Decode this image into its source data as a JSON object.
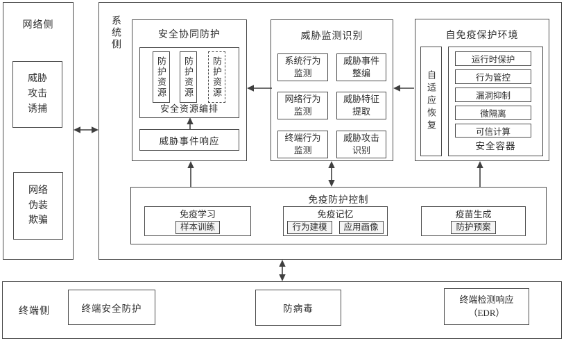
{
  "colors": {
    "line": "#3f3f3f",
    "text": "#2d2d2d",
    "background": "#ffffff"
  },
  "network_side": {
    "label": "网络侧",
    "threat_trap": "威胁攻击诱捕",
    "disguise": "网络伪装欺骗"
  },
  "system_side": {
    "label": "系统侧",
    "collab": {
      "title": "安全协同防护",
      "orchestration_label": "安全资源编排",
      "resources": [
        "防护资源",
        "防护资源",
        "防护资源"
      ],
      "response": "威胁事件响应"
    },
    "monitor": {
      "title": "威胁监测识别",
      "cells": [
        "系统行为监测",
        "威胁事件整编",
        "网络行为监测",
        "威胁特征提取",
        "终端行为监测",
        "威胁攻击识别"
      ]
    },
    "immune_env": {
      "title": "自免疫保护环境",
      "adaptive": "自适应恢复",
      "container_label": "安全容器",
      "items": [
        "运行时保护",
        "行为管控",
        "漏洞抑制",
        "微隔离",
        "可信计算"
      ]
    },
    "control": {
      "title": "免疫防护控制",
      "groups": [
        {
          "title": "免疫学习",
          "items": [
            "样本训练"
          ]
        },
        {
          "title": "免疫记忆",
          "items": [
            "行为建模",
            "应用画像"
          ]
        },
        {
          "title": "疫苗生成",
          "items": [
            "防护预案"
          ]
        }
      ]
    }
  },
  "terminal_side": {
    "label": "终端侧",
    "endpoint_protection": "终端安全防护",
    "antivirus": "防病毒",
    "edr_line1": "终端检测响应",
    "edr_line2": "（EDR）"
  }
}
